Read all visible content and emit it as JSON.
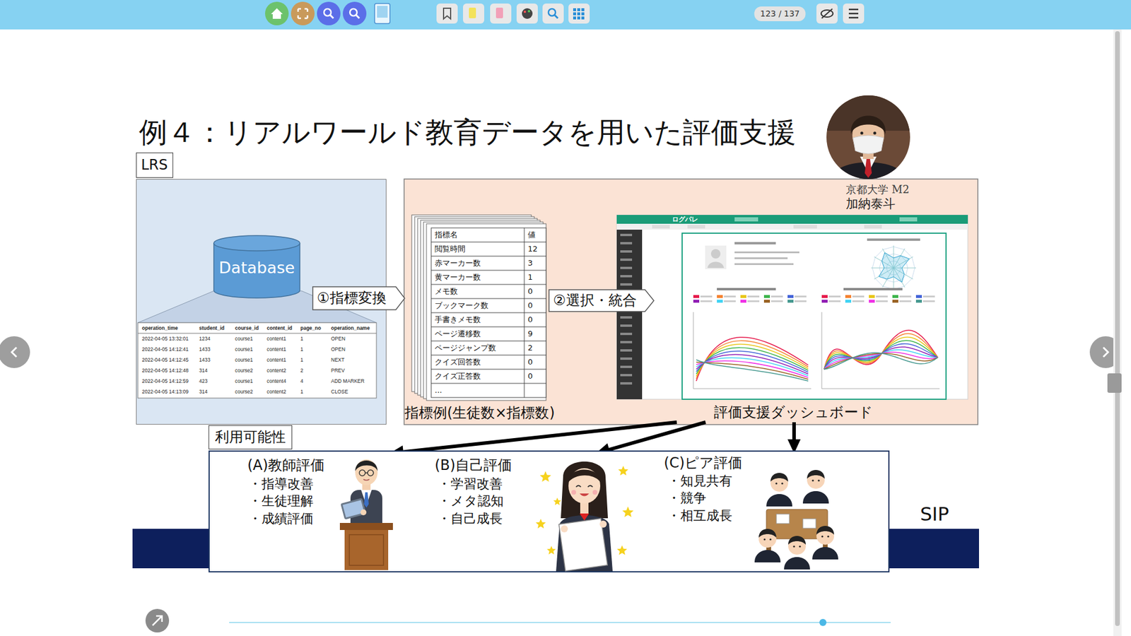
{
  "diagram": {
    "title": "例４：リアルワールド教育データを用いた評価支援",
    "nodes": [
      {
        "text": [
          "LRS"
        ]
      },
      {
        "text": [
          "Database"
        ],
        "in": 0
      },
      {
        "text": [
          "①指標変換"
        ]
      },
      {
        "text": [
          "指標例(生徒数×指標数)"
        ]
      },
      {
        "text": [
          "②選択・統合"
        ]
      },
      {
        "text": [
          "評価支援ダッシュボード"
        ]
      },
      {
        "text": [
          "利用可能性"
        ]
      },
      {
        "text": [
          "(A)教師評価",
          "・指導改善",
          "・生徒理解",
          "・成績評価"
        ],
        "in": 6
      },
      {
        "text": [
          "(B)自己評価",
          "・学習改善",
          "・メタ認知",
          "・自己成長"
        ],
        "in": 6
      },
      {
        "text": [
          "(C)ピア評価",
          "・知見共有",
          "・競争",
          "・相互成長"
        ],
        "in": 6
      }
    ],
    "edges": [
      {
        "from": 5,
        "to": 7,
        "arrow": "to"
      },
      {
        "from": 5,
        "to": 8,
        "arrow": "to"
      },
      {
        "from": 5,
        "to": 9,
        "arrow": "to"
      }
    ],
    "labels": [
      "京都大学 M2",
      "加納泰斗",
      "123 / 137",
      "SIP",
      "ログパレ",
      "operation_time",
      "student_id",
      "course_id",
      "content_id",
      "page_no",
      "operation_name",
      "2022-04-05 13:32:01",
      "1234",
      "course1",
      "content1",
      "1",
      "OPEN",
      "2022-04-05 14:12:41",
      "1433",
      "course1",
      "content1",
      "1",
      "OPEN",
      "2022-04-05 14:12:45",
      "1433",
      "course1",
      "content1",
      "1",
      "NEXT",
      "2022-04-05 14:12:48",
      "314",
      "course2",
      "content2",
      "2",
      "PREV",
      "2022-04-05 14:12:59",
      "423",
      "course1",
      "content4",
      "4",
      "ADD MARKER",
      "2022-04-05 14:13:09",
      "314",
      "course2",
      "content2",
      "1",
      "CLOSE",
      "指標名",
      "値",
      "閲覧時間",
      "12",
      "赤マーカー数",
      "3",
      "黄マーカー数",
      "1",
      "メモ数",
      "0",
      "ブックマーク数",
      "0",
      "手書きメモ数",
      "0",
      "ページ遷移数",
      "9",
      "ページジャンプ数",
      "2",
      "クイズ回答数",
      "0",
      "クイズ正答数",
      "0",
      "..."
    ]
  }
}
